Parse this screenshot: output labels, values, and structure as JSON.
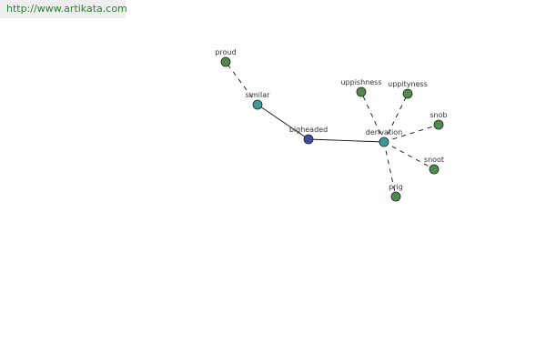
{
  "banner": {
    "url": "http://www.artikata.com"
  },
  "colors": {
    "synonym_node": "#4f8a4f",
    "link_node": "#3f9a9a",
    "center_node": "#3d4e9a",
    "node_stroke": "#222222",
    "edge": "#111111",
    "banner_bg": "#eeeeee",
    "banner_text": "#2e7d32"
  },
  "graph": {
    "nodes": [
      {
        "id": "proud",
        "label": "proud",
        "kind": "synonym"
      },
      {
        "id": "similar",
        "label": "similar",
        "kind": "link"
      },
      {
        "id": "bigheaded",
        "label": "bigheaded",
        "kind": "center"
      },
      {
        "id": "derivation",
        "label": "derivation",
        "kind": "link"
      },
      {
        "id": "uppishness",
        "label": "uppishness",
        "kind": "synonym"
      },
      {
        "id": "uppityness",
        "label": "uppityness",
        "kind": "synonym"
      },
      {
        "id": "snob",
        "label": "snob",
        "kind": "synonym"
      },
      {
        "id": "snoot",
        "label": "snoot",
        "kind": "synonym"
      },
      {
        "id": "prig",
        "label": "prig",
        "kind": "synonym"
      }
    ],
    "edges": [
      {
        "from": "similar",
        "to": "proud",
        "style": "dashed"
      },
      {
        "from": "bigheaded",
        "to": "similar",
        "style": "solid"
      },
      {
        "from": "bigheaded",
        "to": "derivation",
        "style": "solid"
      },
      {
        "from": "derivation",
        "to": "uppishness",
        "style": "dashed"
      },
      {
        "from": "derivation",
        "to": "uppityness",
        "style": "dashed"
      },
      {
        "from": "derivation",
        "to": "snob",
        "style": "dashed"
      },
      {
        "from": "derivation",
        "to": "snoot",
        "style": "dashed"
      },
      {
        "from": "derivation",
        "to": "prig",
        "style": "dashed"
      }
    ]
  }
}
